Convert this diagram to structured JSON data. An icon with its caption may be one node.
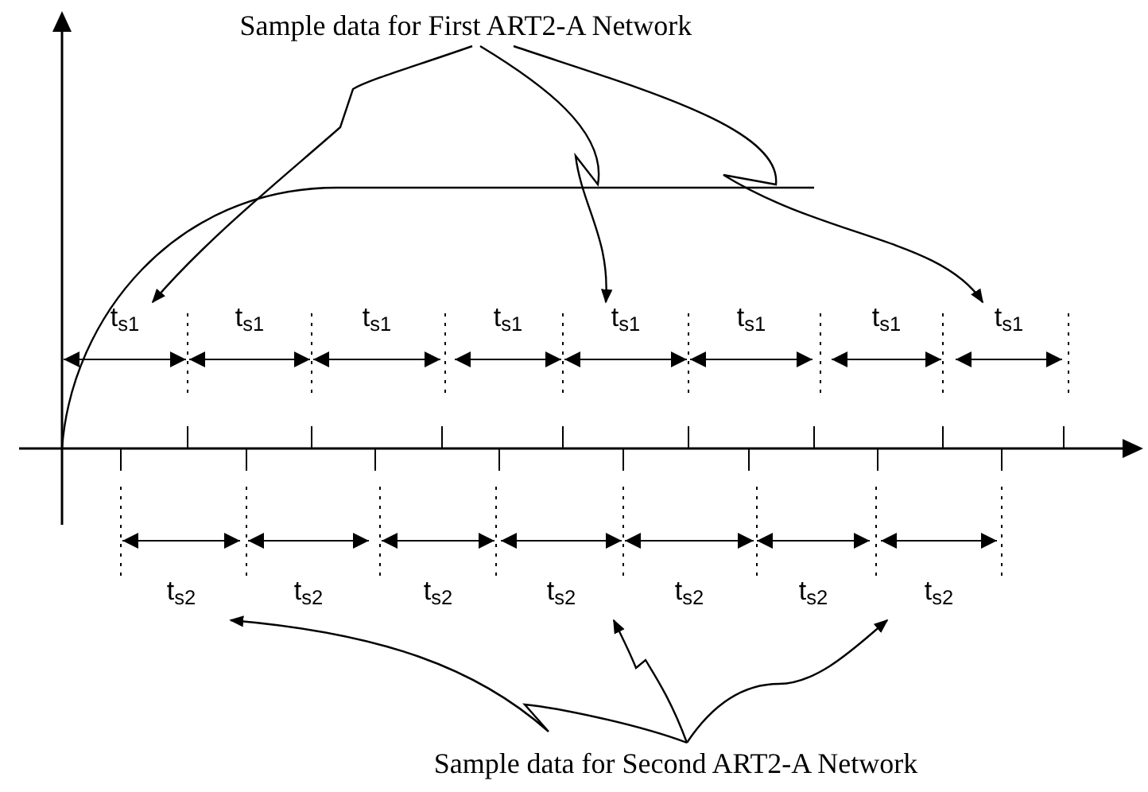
{
  "diagram": {
    "nodes": [
      {
        "text": [
          "Sample data for First ART2-A Network"
        ]
      },
      {
        "text": [
          "t$_{s1}$"
        ]
      },
      {
        "text": [
          "t$_{s1}$"
        ]
      },
      {
        "text": [
          "t$_{s1}$"
        ]
      },
      {
        "text": [
          "t$_{s1}$"
        ]
      },
      {
        "text": [
          "t$_{s1}$"
        ]
      },
      {
        "text": [
          "t$_{s1}$"
        ]
      },
      {
        "text": [
          "t$_{s1}$"
        ]
      },
      {
        "text": [
          "t$_{s1}$"
        ]
      },
      {
        "text": [
          "t$_{s2}$"
        ]
      },
      {
        "text": [
          "t$_{s2}$"
        ]
      },
      {
        "text": [
          "t$_{s2}$"
        ]
      },
      {
        "text": [
          "t$_{s2}$"
        ]
      },
      {
        "text": [
          "t$_{s2}$"
        ]
      },
      {
        "text": [
          "t$_{s2}$"
        ]
      },
      {
        "text": [
          "t$_{s2}$"
        ]
      },
      {
        "text": [
          "Sample data for Second ART2-A Network"
        ]
      }
    ],
    "edges": [
      {
        "from": 0,
        "to": 1,
        "arrow": "to"
      },
      {
        "from": 0,
        "to": 5,
        "arrow": "to"
      },
      {
        "from": 0,
        "to": 8,
        "arrow": "to"
      },
      {
        "from": 16,
        "to": 9,
        "arrow": "to"
      },
      {
        "from": 16,
        "to": 12,
        "arrow": "to"
      },
      {
        "from": 16,
        "to": 15,
        "arrow": "to"
      }
    ]
  }
}
